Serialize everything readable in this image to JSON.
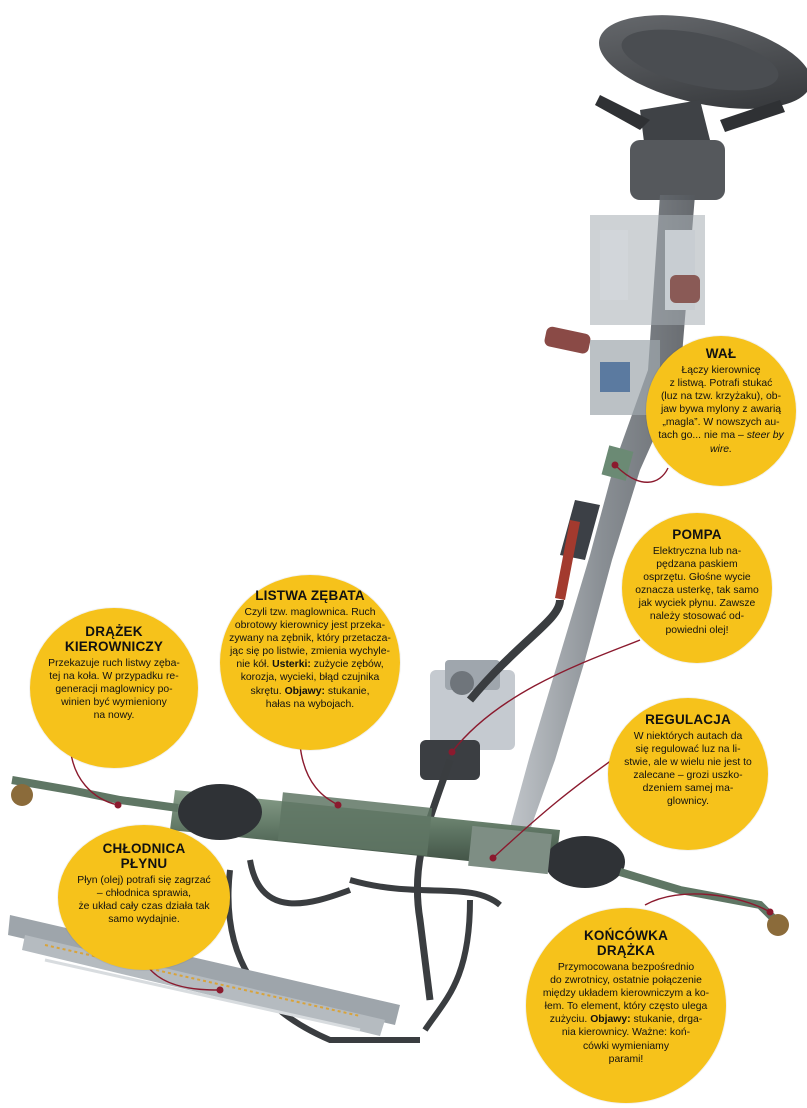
{
  "colors": {
    "bubble": "#f6c21b",
    "leader": "#8b1a2e",
    "housing": "#5f7664",
    "metal": "#9aa0a6",
    "wheel": "#3d3f42"
  },
  "callouts": {
    "wal": {
      "title": "WAŁ",
      "body": "Łączy kierownicę\nz listwą. Potrafi stukać\n(luz na tzw. krzyżaku), ob-\njaw bywa mylony z awarią\n„magla”. W nowszych au-\ntach go... nie ma –",
      "body_italic": "steer by wire."
    },
    "pompa": {
      "title": "POMPA",
      "body": "Elektryczna lub na-\npędzana paskiem\nosprzętu. Głośne wycie\noznacza usterkę, tak samo\njak wyciek płynu. Zawsze\nnależy stosować od-\npowiedni olej!"
    },
    "listwa": {
      "title": "LISTWA ZĘBATA",
      "body1": "Czyli tzw. maglownica. Ruch\nobrotowy kierownicy jest przeka-\nzywany na zębnik, który przetacza-\njąc się po listwie, zmienia wychyle-\nnie kół.",
      "label_usterki": "Usterki:",
      "body2": " zużycie zębów,\nkorozja, wycieki, błąd czujnika\nskrętu.",
      "label_objawy": "Objawy:",
      "body3": " stukanie,\nhałas na wybojach."
    },
    "drazek": {
      "title": "DRĄŻEK\nKIEROWNICZY",
      "body": "Przekazuje ruch listwy zęba-\ntej na koła. W przypadku re-\ngeneracji maglownicy po-\nwinien być wymieniony\nna nowy."
    },
    "regulacja": {
      "title": "REGULACJA",
      "body": "W niektórych autach da\nsię regulować luz na li-\nstwie, ale w wielu nie jest to\nzalecane – grozi uszko-\ndzeniem samej ma-\nglownicy."
    },
    "chlodnica": {
      "title": "CHŁODNICA\nPŁYNU",
      "body": "Płyn (olej) potrafi się zagrzać\n– chłodnica sprawia,\nże układ cały czas działa tak\nsamo wydajnie."
    },
    "koncowka": {
      "title": "KOŃCÓWKA\nDRĄŻKA",
      "body1": "Przymocowana bezpośrednio\ndo zwrotnicy, ostatnie połączenie\nmiędzy układem kierowniczym a ko-\nłem. To element, który często ulega\nzużyciu.",
      "label_objawy": "Objawy:",
      "body2": " stukanie, drga-\nnia kierownicy. Ważne: koń-\ncówki wymieniamy\nparami!"
    }
  }
}
